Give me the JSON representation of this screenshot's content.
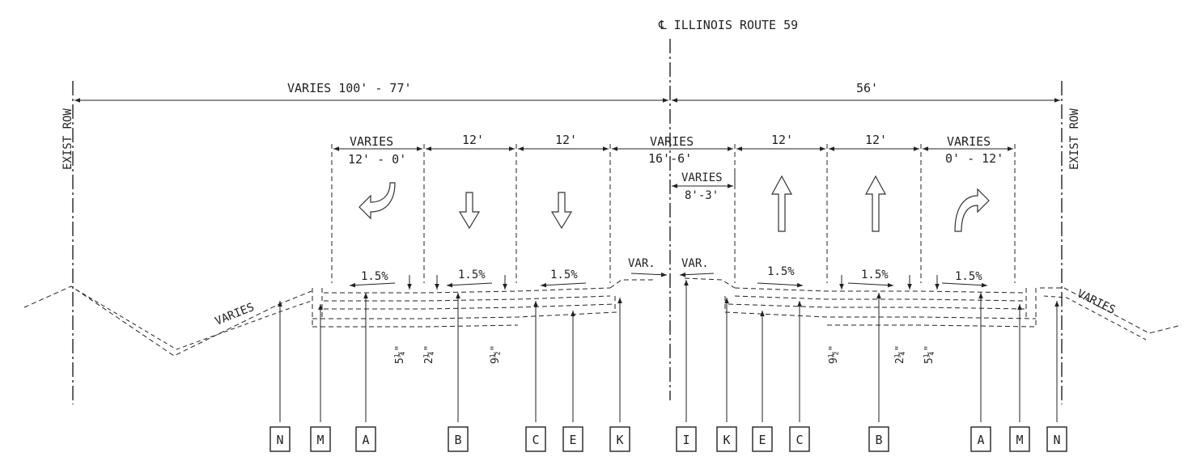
{
  "centerline_label": "℄ ILLINOIS ROUTE 59",
  "row": {
    "left": "EXIST ROW",
    "right": "EXIST ROW"
  },
  "overall": {
    "left": "VARIES 100' - 77'",
    "right": "56'"
  },
  "lane_widths": {
    "left_turn_top": "VARIES",
    "left_turn_bottom": "12' - 0'",
    "sb1": "12'",
    "sb2": "12'",
    "median_top": "VARIES",
    "median_bottom": "16'-6'",
    "median_inner_top": "VARIES",
    "median_inner_bottom": "8'-3'",
    "nb1": "12'",
    "nb2": "12'",
    "right_turn_top": "VARIES",
    "right_turn_bottom": "0' - 12'"
  },
  "slopes": {
    "l1": "1.5%",
    "l2": "1.5%",
    "l3": "1.5%",
    "med_l": "VAR.",
    "med_r": "VAR.",
    "r1": "1.5%",
    "r2": "1.5%",
    "r3": "1.5%"
  },
  "side_slopes": {
    "left": "VARIES",
    "right": "VARIES"
  },
  "thickness": {
    "l_a": "5¼\"",
    "l_b": "2¼\"",
    "l_c": "9½\"",
    "r_a": "9½\"",
    "r_b": "2¼\"",
    "r_c": "5¼\""
  },
  "callouts": [
    "N",
    "M",
    "A",
    "B",
    "C",
    "E",
    "K",
    "I",
    "K",
    "E",
    "C",
    "B",
    "A",
    "M",
    "N"
  ]
}
